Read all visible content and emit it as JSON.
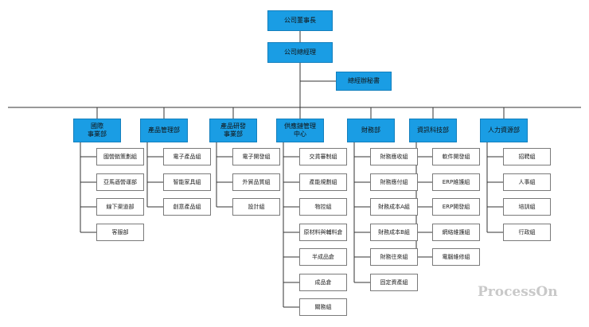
{
  "top": {
    "chairman": "公司董事長",
    "gm": "公司總經理",
    "gm_secretary": "總經辦秘書"
  },
  "departments": [
    {
      "label": "國際\n事業部",
      "items": [
        "國營銷策劃組",
        "亞馬遜營運部",
        "線下渠道部",
        "客服部"
      ]
    },
    {
      "label": "產品管理部",
      "items": [
        "電子產品組",
        "智能家具組",
        "創意產品組"
      ]
    },
    {
      "label": "產品研發\n事業部",
      "items": [
        "電子開發組",
        "外貿品質組",
        "設計組"
      ]
    },
    {
      "label": "供應鏈管理\n中心",
      "items": [
        "交貨審制組",
        "產能規劃組",
        "物控組",
        "原材料與輔料倉",
        "半成品倉",
        "成品倉",
        "關務組"
      ]
    },
    {
      "label": "財務部",
      "items": [
        "財務應收組",
        "財務應付組",
        "財務成本A組",
        "財務成本B組",
        "財務往來組",
        "固定資產組"
      ]
    },
    {
      "label": "資訊科技部",
      "items": [
        "軟件開發組",
        "ERP維護組",
        "ERP開發組",
        "網絡維護組",
        "電腦維修組"
      ]
    },
    {
      "label": "人力資源部",
      "items": [
        "招聘組",
        "人事組",
        "培訓組",
        "行政組"
      ]
    }
  ],
  "watermark": "ProcessOn"
}
